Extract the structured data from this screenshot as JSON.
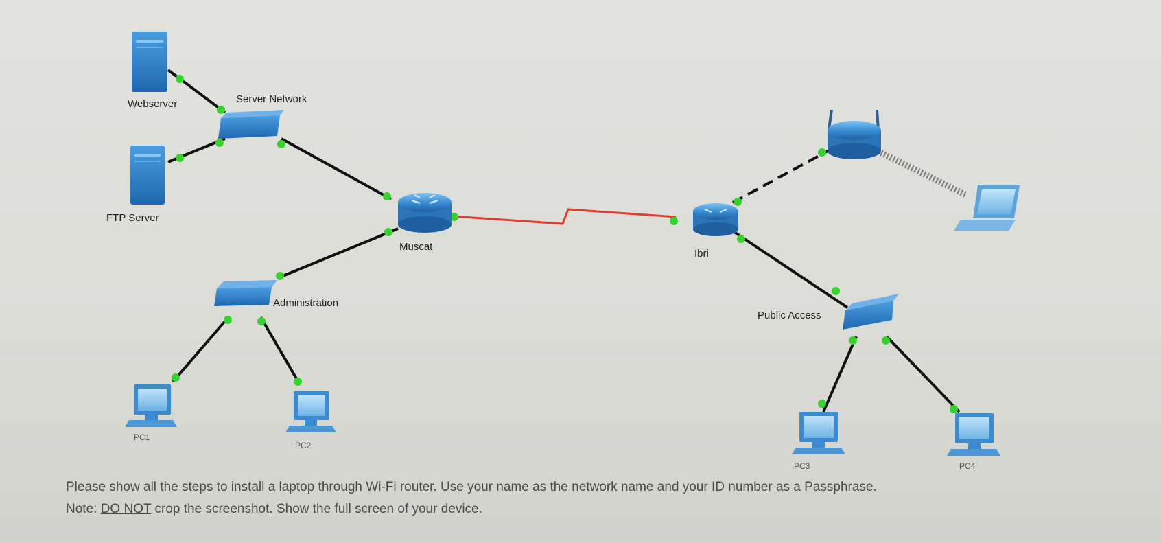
{
  "devices": {
    "webserver": "Webserver",
    "server_network": "Server Network",
    "ftp_server": "FTP Server",
    "muscat": "Muscat",
    "ibri": "Ibri",
    "administration": "Administration",
    "public_access": "Public Access",
    "pc1": "PC1",
    "pc2": "PC2",
    "pc3": "PC3",
    "pc4": "PC4"
  },
  "colors": {
    "ethernet": "#111111",
    "serial": "#d9412e",
    "link_up": "#37d22f",
    "device_blue": "#2f7fc3"
  },
  "instructions": {
    "line1": "Please show all the steps to install a laptop through Wi-Fi router. Use your name as the network name and your ID number as a Passphrase.",
    "note_prefix": "Note: ",
    "note_strong": "DO NOT",
    "note_rest": " crop the screenshot. Show the full screen of your device."
  }
}
